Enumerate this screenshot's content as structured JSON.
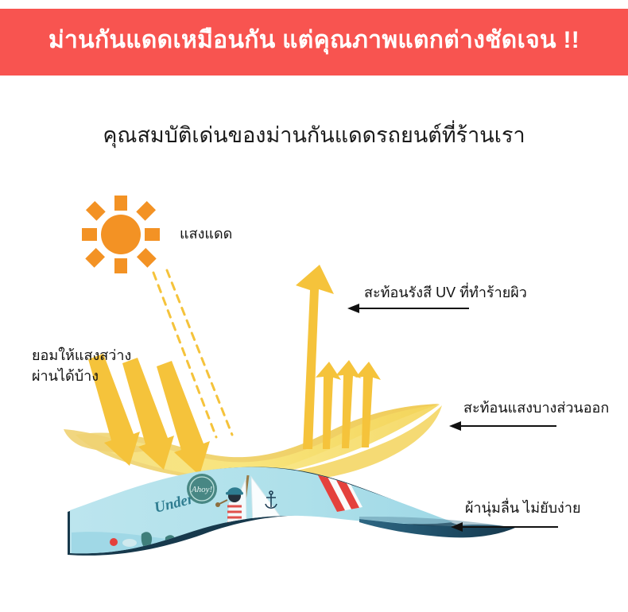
{
  "header": {
    "title": "ม่านกันแดดเหมือนกัน แต่คุณภาพแตกต่างชัดเจน !!",
    "background_color": "#f85450",
    "text_color": "#ffffff"
  },
  "subtitle": {
    "text": "คุณสมบัติเด่นของม่านกันแดดรถยนต์ที่ร้านเรา",
    "text_color": "#1a1a1a"
  },
  "diagram": {
    "sun": {
      "icon": "sun-icon",
      "color": "#F39224",
      "label": "แสงแดด"
    },
    "labels": {
      "uv_reflect": "สะท้อนรังสี UV ที่ทำร้ายผิว",
      "light_transmit_line1": "ยอมให้แสงสว่าง",
      "light_transmit_line2": "ผ่านได้บ้าง",
      "partial_reflect": "สะท้อนแสงบางส่วนออก",
      "fabric_quality": "ผ้านุ่มลื่น ไม่ยับง่าย"
    },
    "layers": {
      "top_layer_name": "uv-blocking-layer",
      "top_layer_color": "#F7E27A",
      "bottom_layer_name": "printed-fabric-layer",
      "bottom_layer_color": "#B9E4EC",
      "bottom_layer_edge_color": "#1F4F68"
    },
    "arrows": {
      "incoming_color": "#F5C33B",
      "reflected_color": "#F5C33B",
      "dashed_color": "#F5C33B",
      "pointer_color": "#111111",
      "incoming_count": 3,
      "dashed_count": 2,
      "small_reflected_count": 3,
      "large_reflected_count": 1
    },
    "fabric_pattern": {
      "script_word": "Under",
      "badge_word": "Ahoy!",
      "motifs": [
        "sailboat-icon",
        "sailor-icon",
        "anchor-icon",
        "life-ring-icon",
        "stripes-icon",
        "wave-icon"
      ]
    }
  }
}
